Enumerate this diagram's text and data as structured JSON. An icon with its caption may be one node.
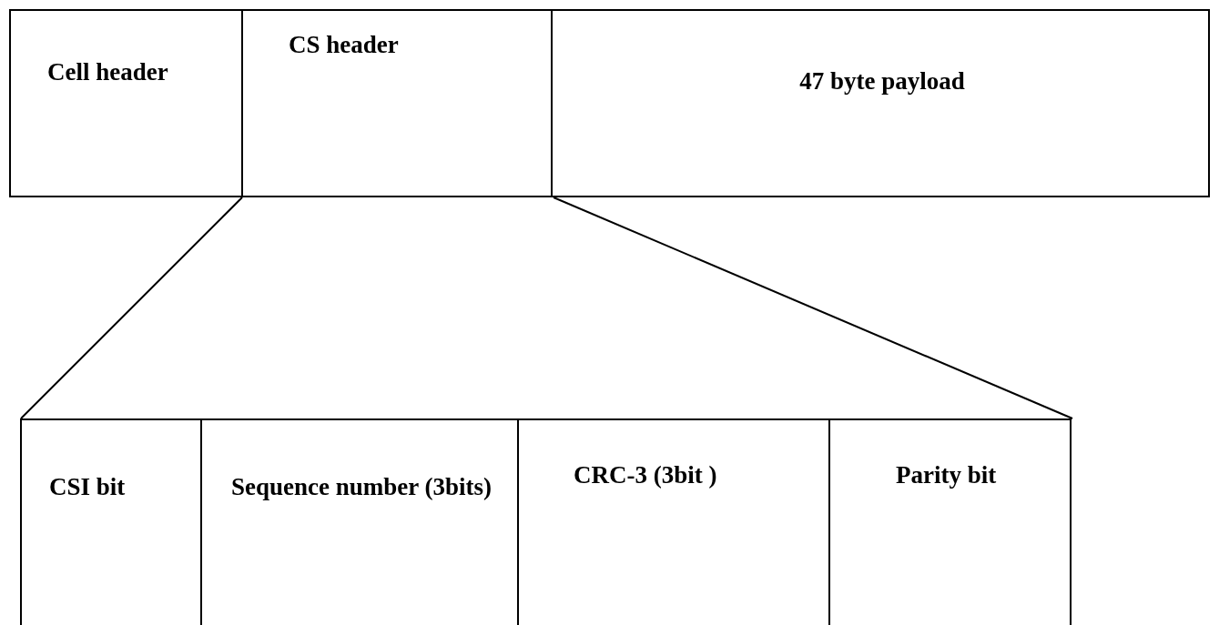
{
  "diagram": {
    "nodes": [
      {
        "text": [
          "Cell header"
        ]
      },
      {
        "text": [
          "CS header"
        ]
      },
      {
        "text": [
          "47 byte payload"
        ]
      },
      {
        "text": [
          "CSI bit"
        ]
      },
      {
        "text": [
          "Sequence number (3bits)"
        ]
      },
      {
        "text": [
          "CRC-3 (3bit )"
        ]
      },
      {
        "text": [
          "Parity bit"
        ]
      }
    ],
    "edges": [
      {
        "from": 1,
        "to": 3,
        "arrow": "none"
      },
      {
        "from": 1,
        "to": 6,
        "arrow": "none"
      }
    ]
  }
}
